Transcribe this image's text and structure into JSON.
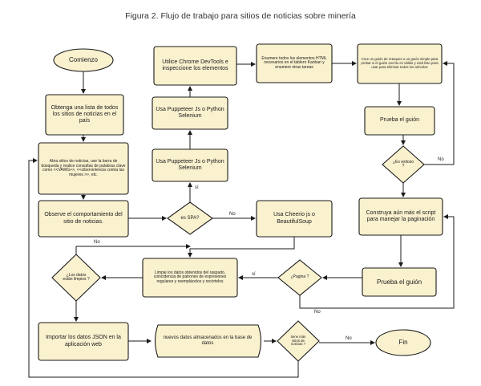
{
  "title": "Figura 2. Flujo de trabajo para sitios de noticias sobre minería",
  "nodes": {
    "start": "Comienzo",
    "list_sites": "Obtenga una lista de todos los sitios de noticias en el país",
    "open_sites": "Abra sitios de noticias, use la barra de búsqueda y realice consultas de palabras clave como <<VAWG>>, <<ciberviolencia contra las mujeres >>, etc.",
    "observe": "Observe el comportamiento del sitio de noticias.",
    "is_spa": "es SPA?",
    "puppeteer_mid": "Usa Puppeteer Js o Python Selenium",
    "puppeteer_top": "Usa Puppeteer Js o Python Selenium",
    "chrome_devtools": "Utilice Chrome DevTools e inspeccione los elementos",
    "enumerate": "Enumere todos los elementos HTML necesarios en el tablero Kanban y enumere otras tareas",
    "create_script": "Cree un guión de retoques o un guión simple para probar si el guión escrito es válido y está listo para usar para eliminar todos los artículos",
    "test_script_1": "Prueba el guión",
    "success": "¿Es exitoso ?",
    "build_script": "Construya aún más el script para manejar la paginación",
    "test_script_2": "Prueba el guión",
    "paging": "¿Pagina ?",
    "cheerio": "Usa Cheerio js o BeautifulSoup",
    "clean": "Limpie los datos obtenidos del raspado, coincidencia de patrones de expresiones regulares y reemplácelos y recórtelos",
    "is_clean": "¿Los datos están limpios ?",
    "import": "Importar los datos JSON en la aplicación web",
    "stored": "nuevos datos almacenados en la base de datos",
    "more_sites": "tiene más sitios de noticias ?",
    "end": "Fin"
  },
  "edge_labels": {
    "spa_yes": "sí",
    "spa_no": "No",
    "success_no": "No",
    "paging_yes": "sí",
    "paging_no": "No",
    "clean_no": "No",
    "more_no": "No"
  },
  "colors": {
    "fill": "#faf1cf",
    "stroke": "#1a1a1a"
  }
}
